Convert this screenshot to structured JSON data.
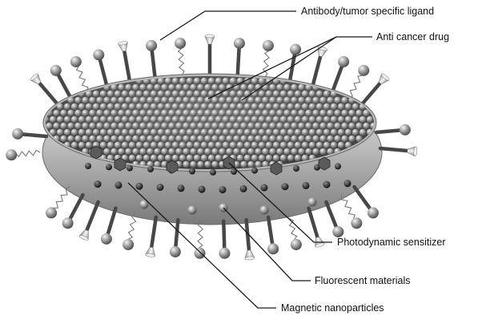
{
  "labels": {
    "ligand": "Antibody/tumor specific ligand",
    "drug": "Anti cancer drug",
    "sensitizer": "Photodynamic sensitizer",
    "fluorescent": "Fluorescent materials",
    "magnetic": "Magnetic nanoparticles"
  },
  "colors": {
    "shell": "#9a9a9a",
    "interior": "#5f5f5f",
    "ball": "#8c8c8c",
    "stalk": "#4a4a4a",
    "leader": "#1a1a1a"
  }
}
